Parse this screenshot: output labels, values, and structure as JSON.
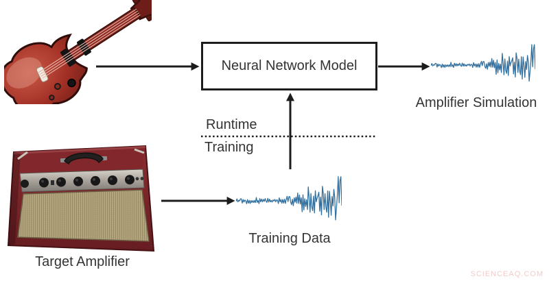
{
  "page": {
    "background": "#ffffff",
    "watermark": "SCIENCEAQ.COM"
  },
  "diagram": {
    "model_box": {
      "label": "Neural Network Model"
    },
    "mode_divider": {
      "above_label": "Runtime",
      "below_label": "Training"
    },
    "input_source": {
      "icon": "electric-guitar-illustration"
    },
    "target_amplifier": {
      "label": "Target Amplifier",
      "icon": "guitar-amplifier-photo"
    },
    "training_data": {
      "label": "Training Data",
      "icon": "audio-waveform"
    },
    "amplifier_simulation": {
      "label": "Amplifier Simulation",
      "icon": "audio-waveform"
    },
    "colors": {
      "waveform_stroke": "#33709e",
      "arrow": "#1c1c1c",
      "box_border": "#1c1c1c",
      "dotted_line": "#1c1c1c",
      "text": "#333333",
      "guitar_red": "#a33126",
      "amp_maroon": "#7d2528",
      "watermark_pink": "#f2cbca"
    }
  }
}
